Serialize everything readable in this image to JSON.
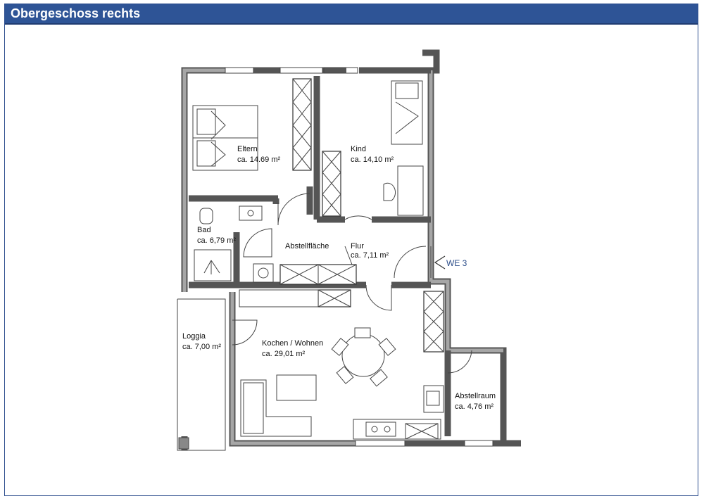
{
  "header": {
    "title": "Obergeschoss rechts"
  },
  "rooms": [
    {
      "id": "eltern",
      "name": "Eltern",
      "area": "ca. 14.69 m²"
    },
    {
      "id": "kind",
      "name": "Kind",
      "area": "ca. 14,10 m²"
    },
    {
      "id": "bad",
      "name": "Bad",
      "area": "ca. 6,79 m²"
    },
    {
      "id": "abstellflaeche",
      "name": "Abstellfläche",
      "area": ""
    },
    {
      "id": "flur",
      "name": "Flur",
      "area": "ca. 7,11 m²"
    },
    {
      "id": "loggia",
      "name": "Loggia",
      "area": "ca. 7,00 m²"
    },
    {
      "id": "kochen",
      "name": "Kochen / Wohnen",
      "area": "ca. 29,01 m²"
    },
    {
      "id": "abstellraum",
      "name": "Abstellraum",
      "area": "ca. 4,76 m²"
    }
  ],
  "entrance": {
    "label": "WE 3"
  },
  "colors": {
    "header_bg": "#2e5496",
    "wall": "#555555",
    "wall_core": "#a6a6a6",
    "entrance_text": "#2e4f8a"
  }
}
